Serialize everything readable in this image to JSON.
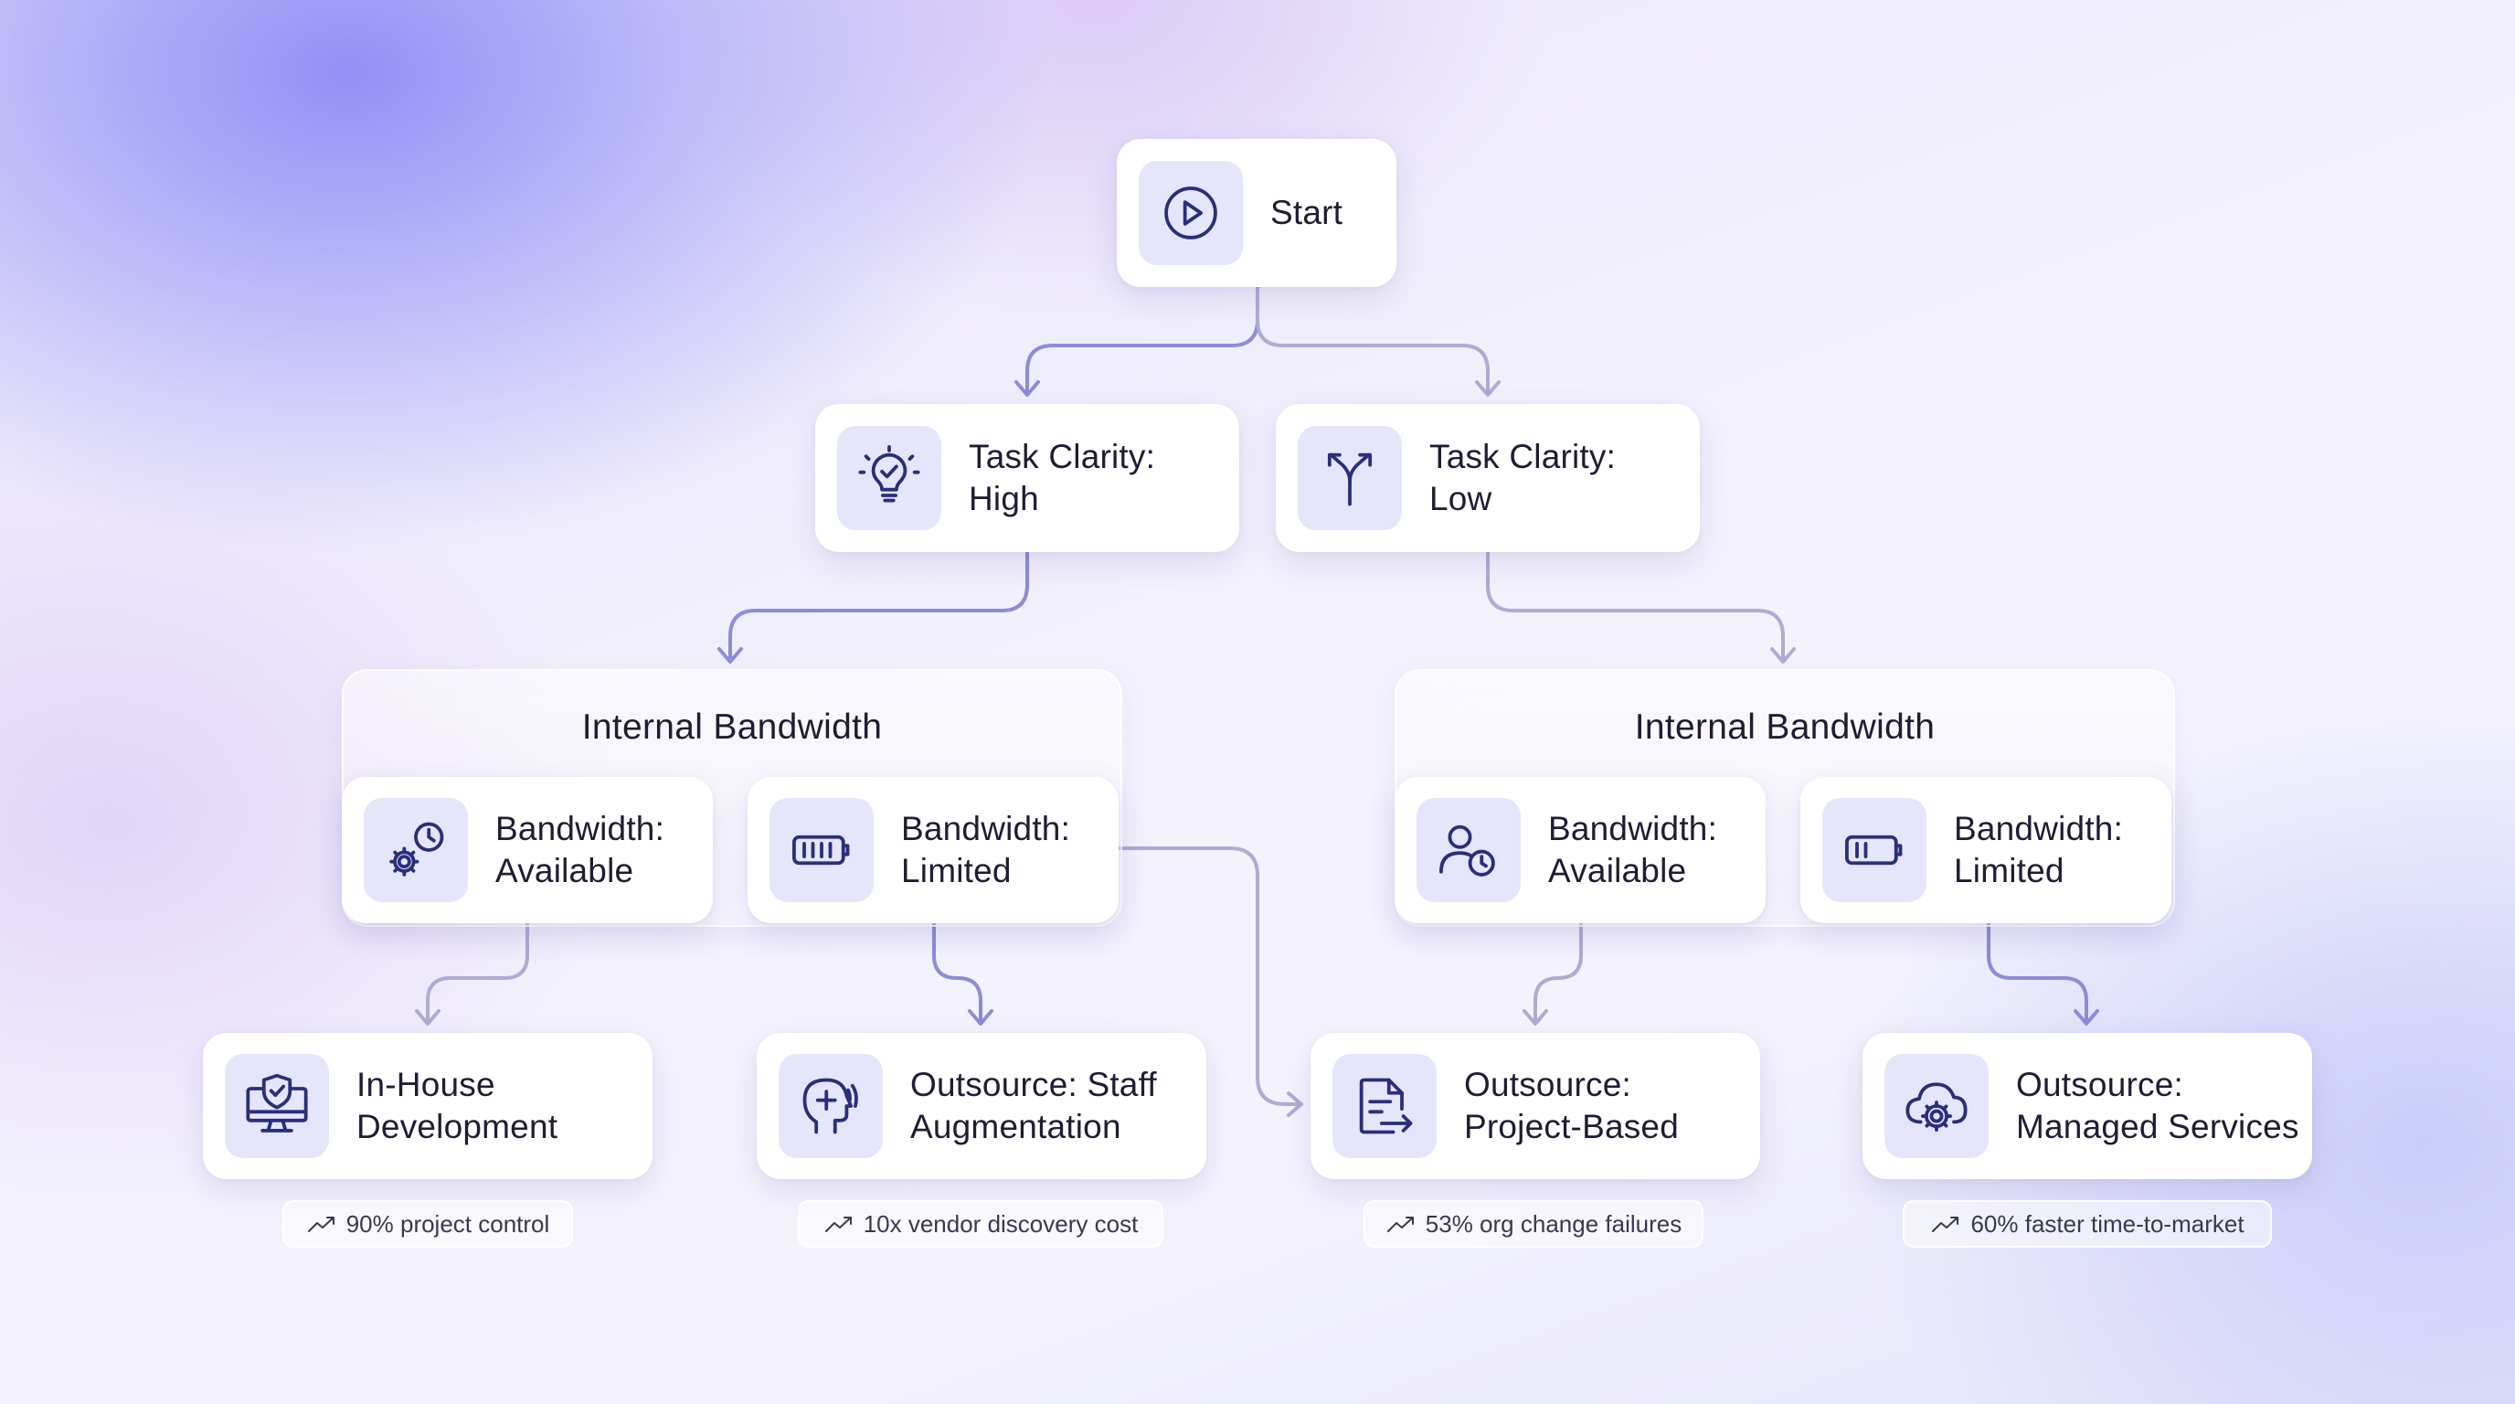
{
  "diagram": {
    "nodes": {
      "start": {
        "label": "Start",
        "icon": "play-icon"
      },
      "clarity_high": {
        "label": "Task Clarity:\nHigh",
        "icon": "lightbulb-check-icon"
      },
      "clarity_low": {
        "label": "Task Clarity:\nLow",
        "icon": "fork-arrows-icon"
      },
      "left_available": {
        "label": "Bandwidth:\nAvailable",
        "icon": "gear-clock-icon"
      },
      "left_limited": {
        "label": "Bandwidth:\nLimited",
        "icon": "battery-full-icon"
      },
      "right_available": {
        "label": "Bandwidth:\nAvailable",
        "icon": "user-clock-icon"
      },
      "right_limited": {
        "label": "Bandwidth:\nLimited",
        "icon": "battery-low-icon"
      },
      "in_house": {
        "label": "In-House\nDevelopment",
        "icon": "monitor-shield-icon"
      },
      "staff_aug": {
        "label": "Outsource: Staff\nAugmentation",
        "icon": "head-plus-icon"
      },
      "project_based": {
        "label": "Outsource:\nProject-Based",
        "icon": "document-arrow-icon"
      },
      "managed_services": {
        "label": "Outsource:\nManaged Services",
        "icon": "cloud-gear-icon"
      }
    },
    "groups": {
      "left": {
        "title": "Internal Bandwidth"
      },
      "right": {
        "title": "Internal Bandwidth"
      }
    },
    "stats": {
      "in_house": "90% project control",
      "staff_aug": "10x vendor discovery cost",
      "project_based": "53% org change failures",
      "managed_services": "60% faster time-to-market"
    },
    "stat_icon": "trend-up-icon",
    "colors": {
      "connector_active": "#8e8bd8",
      "connector_muted": "#aeabd4",
      "icon_tile": "#e5e6fb",
      "icon_stroke": "#2a2f7a"
    }
  }
}
